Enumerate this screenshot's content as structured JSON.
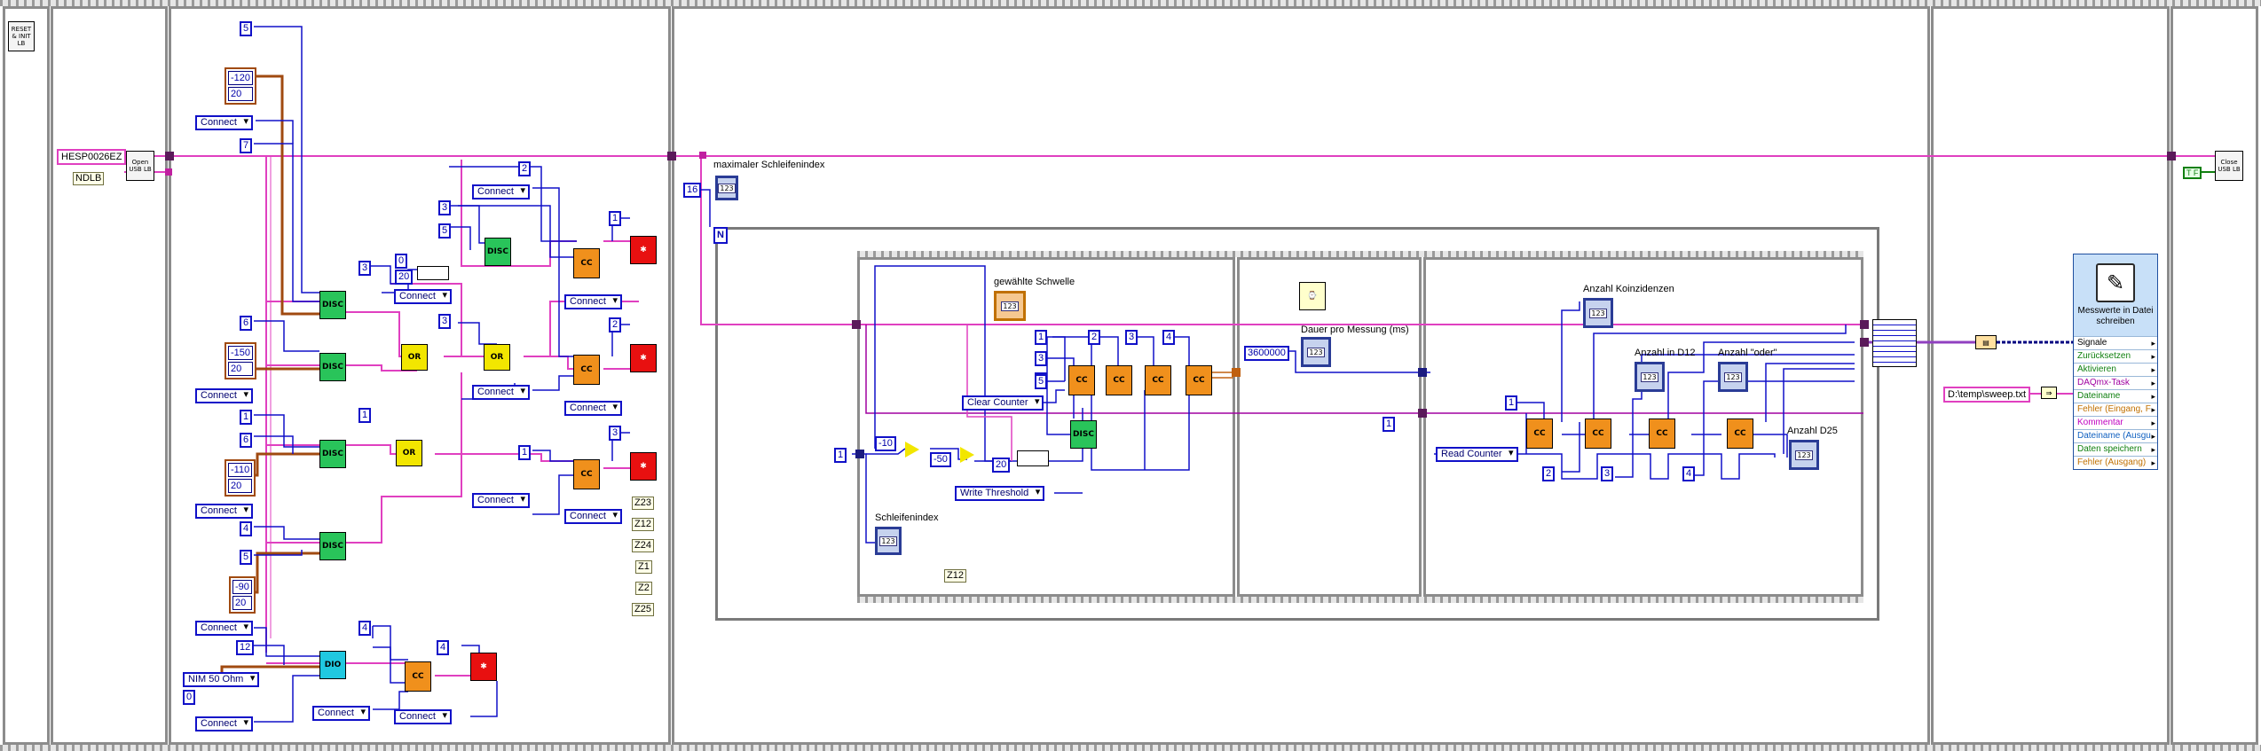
{
  "frames": {
    "reset_node_label": "RESET & INIT LB"
  },
  "left_controls": {
    "device_name": "HESP0026EZ",
    "device_sub": "NDLB",
    "open_vi": "Open USB LB"
  },
  "config": {
    "numbers": [
      "5",
      "7",
      "6",
      "5",
      "1",
      "6",
      "4",
      "5",
      "4",
      "12",
      "0",
      "0",
      "20",
      "3",
      "3",
      "3",
      "1",
      "2",
      "2",
      "1",
      "3",
      "5",
      "4",
      "4"
    ],
    "clusters": [
      {
        "a": "-120",
        "b": "20"
      },
      {
        "a": "-150",
        "b": "20"
      },
      {
        "a": "-110",
        "b": "20"
      },
      {
        "a": "-90",
        "b": "20"
      }
    ],
    "connect_label": "Connect",
    "nim_label": "NIM 50 Ohm",
    "nim_value": "0",
    "gate_or": "OR",
    "disc": "DISC",
    "counter": "CC",
    "tags": [
      "Z23",
      "Z12",
      "Z24",
      "Z1",
      "Z2",
      "Z25"
    ]
  },
  "loop": {
    "iterations": "16",
    "max_index_label": "maximaler Schleifenindex",
    "n_label": "N",
    "loop_index_label": "Schleifenindex",
    "loop_index_const": "1",
    "ind123": "123"
  },
  "sequence1": {
    "selected_threshold_label": "gewählte Schwelle",
    "clear_counter": "Clear Counter",
    "write_threshold": "Write Threshold",
    "const_m10": "-10",
    "const_m50": "-50",
    "const_20": "20",
    "numbers": [
      "1",
      "3",
      "2",
      "3",
      "4",
      "5"
    ],
    "tag": "Z12"
  },
  "sequence2": {
    "duration_label": "Dauer pro Messung (ms)",
    "duration_value": "3600000",
    "frame_const": "1"
  },
  "sequence3": {
    "coincidences_label": "Anzahl Koinzidenzen",
    "d12_label": "Anzahl in D12",
    "or_label": "Anzahl \"oder\"",
    "d25_label": "Anzahl D25",
    "read_counter": "Read Counter",
    "numbers": [
      "1",
      "2",
      "3",
      "4"
    ]
  },
  "write_file": {
    "path": "D:\\temp\\sweep.txt",
    "title": "Messwerte in Datei schreiben",
    "terminals": [
      "Signale",
      "Zurücksetzen",
      "Aktivieren",
      "DAQmx-Task",
      "Dateiname",
      "Fehler (Eingang, F",
      "Kommentar",
      "Dateiname (Ausgu",
      "Daten speichern",
      "Fehler (Ausgang)"
    ],
    "terminal_colors": [
      "#000000",
      "#108010",
      "#108010",
      "#a000a0",
      "#108010",
      "#c07000",
      "#c000c0",
      "#1060c0",
      "#108010",
      "#c07000"
    ]
  },
  "close": {
    "close_vi": "Close USB LB",
    "bool_const": "T F"
  },
  "colors": {
    "pink_wire": "#e040c0",
    "blue_wire": "#1010c8",
    "orange_wire": "#a04a10",
    "green_vi": "#29c45a",
    "orange_vi": "#f0901c",
    "red_vi": "#e81010",
    "yellow_vi": "#f2e600",
    "cyan_vi": "#20c8e0"
  }
}
